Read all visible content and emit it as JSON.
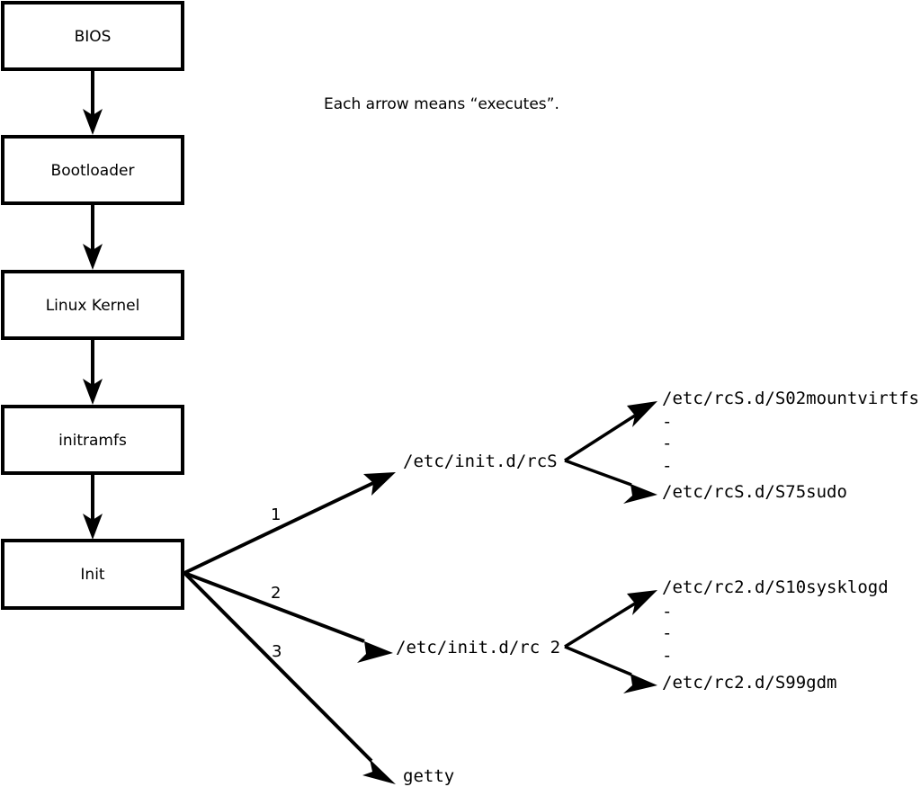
{
  "caption": {
    "text": "Each arrow means “executes”."
  },
  "colors": {
    "background": "#ffffff",
    "stroke": "#000000",
    "box_fill": "#ffffff",
    "text": "#000000"
  },
  "boot_chain": {
    "nodes": [
      {
        "id": "bios",
        "label": "BIOS"
      },
      {
        "id": "bootloader",
        "label": "Bootloader"
      },
      {
        "id": "linux-kernel",
        "label": "Linux Kernel"
      },
      {
        "id": "initramfs",
        "label": "initramfs"
      },
      {
        "id": "init",
        "label": "Init"
      }
    ]
  },
  "init_branches": [
    {
      "number": "1",
      "target": "/etc/init.d/rcS"
    },
    {
      "number": "2",
      "target": "/etc/init.d/rc 2"
    },
    {
      "number": "3",
      "target": "getty"
    }
  ],
  "rcs_scripts": {
    "first": "/etc/rcS.d/S02mountvirtfs",
    "ellipsis": [
      "-",
      "-",
      "-"
    ],
    "last": "/etc/rcS.d/S75sudo"
  },
  "rc2_scripts": {
    "first": "/etc/rc2.d/S10sysklogd",
    "ellipsis": [
      "-",
      "-",
      "-"
    ],
    "last": "/etc/rc2.d/S99gdm"
  }
}
